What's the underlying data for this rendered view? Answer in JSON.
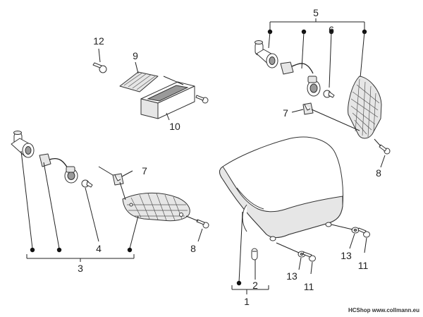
{
  "callouts": {
    "c1": "1",
    "c2": "2",
    "c3": "3",
    "c4": "4",
    "c5": "5",
    "c6": "6",
    "c7a": "7",
    "c7b": "7",
    "c8a": "8",
    "c8b": "8",
    "c9": "9",
    "c10": "10",
    "c11a": "11",
    "c11b": "11",
    "c12": "12",
    "c13a": "13",
    "c13b": "13"
  },
  "credit": "HCShop www.collmann.eu"
}
